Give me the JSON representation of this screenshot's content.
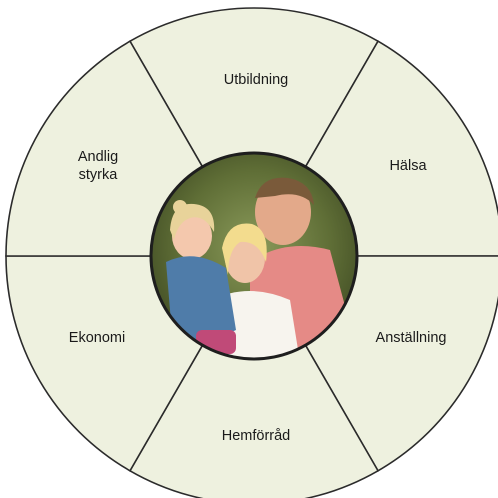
{
  "colors": {
    "segment_fill": "#eef1df",
    "outline": "#2b2b2b",
    "photo_ring": "#1e1e1e"
  },
  "segments": [
    {
      "label_lines": [
        "Utbildning"
      ]
    },
    {
      "label_lines": [
        "Hälsa"
      ]
    },
    {
      "label_lines": [
        "Anställning"
      ]
    },
    {
      "label_lines": [
        "Hemförråd"
      ]
    },
    {
      "label_lines": [
        "Ekonomi"
      ]
    },
    {
      "label_lines": [
        "Andlig",
        "styrka"
      ]
    }
  ],
  "center_image": {
    "description_icon": "family-photo"
  }
}
